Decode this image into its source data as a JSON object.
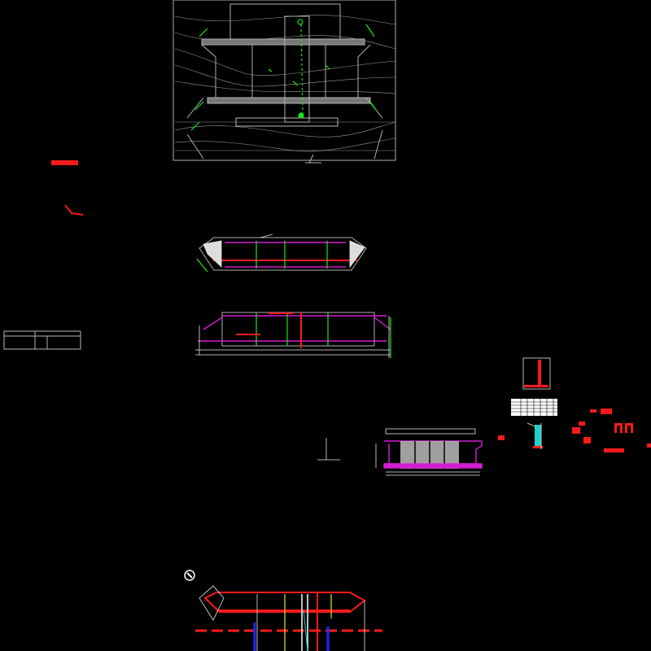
{
  "canvas": {
    "background": "#000000"
  },
  "colors": {
    "linework": "#b0b0b0",
    "dimension": "#e8e8e8",
    "green_elements": "#19e619",
    "magenta_elements": "#d21ed2",
    "red_elements": "#ff1a1a",
    "blue_elements": "#1a2aff",
    "cyan_fill": "#1ad2c8",
    "yellow_lines": "#e6e619"
  },
  "drawings": [
    {
      "id": "site-plan"
    },
    {
      "id": "plan-view"
    },
    {
      "id": "longitudinal-section"
    },
    {
      "id": "small-section-left"
    },
    {
      "id": "cross-section"
    },
    {
      "id": "wall-detail"
    },
    {
      "id": "schedule-table"
    },
    {
      "id": "wall-section-detail"
    },
    {
      "id": "red-details-cluster"
    },
    {
      "id": "bottom-plan"
    }
  ],
  "icons": {
    "north_arrow": "compass-icon"
  }
}
